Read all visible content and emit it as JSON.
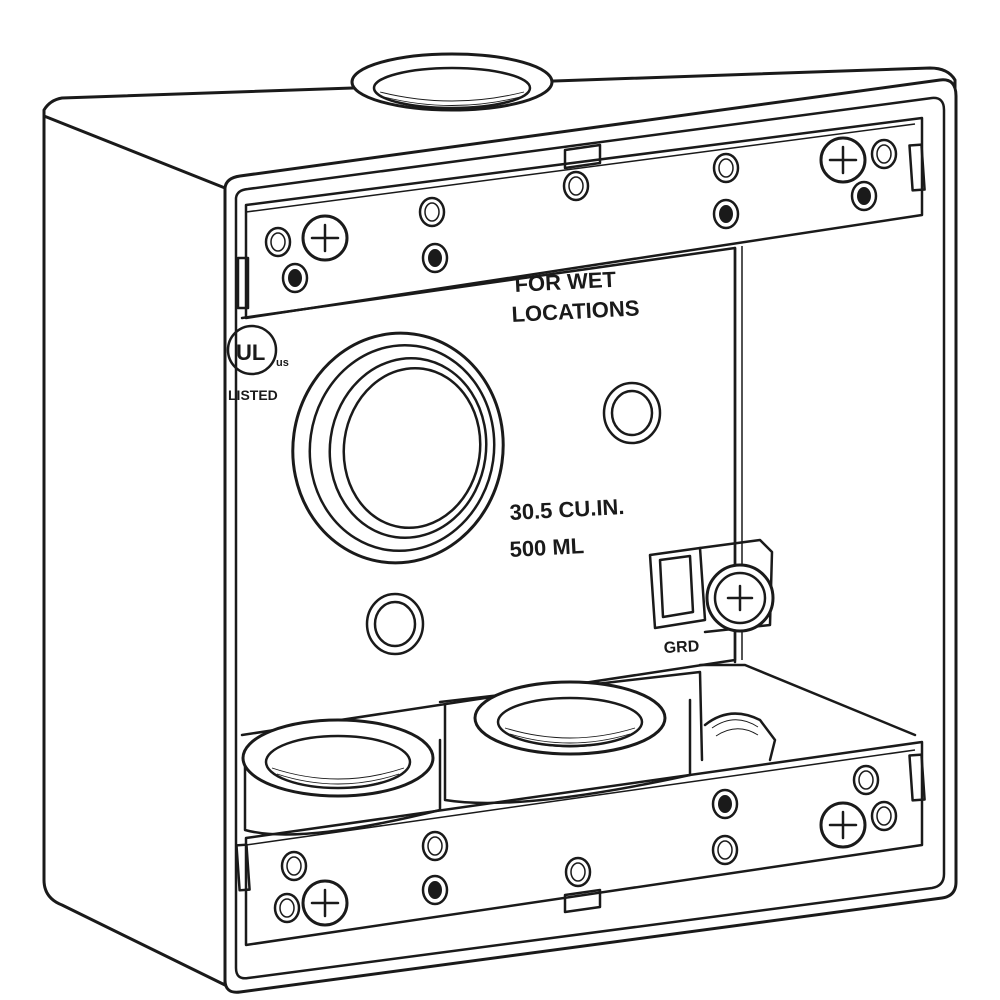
{
  "diagram": {
    "labels": {
      "wet_line1": "FOR WET",
      "wet_line2": "LOCATIONS",
      "volume_cu": "30.5 CU.IN.",
      "volume_ml": "500 ML",
      "ground": "GRD",
      "ul_mark": "UL",
      "ul_us": "us",
      "ul_listed": "LISTED"
    },
    "colors": {
      "line": "#1a1a1a",
      "fill": "#ffffff"
    },
    "icons": [
      "phillips-screw-icon",
      "ul-listed-mark-icon",
      "ground-screw-icon"
    ]
  }
}
